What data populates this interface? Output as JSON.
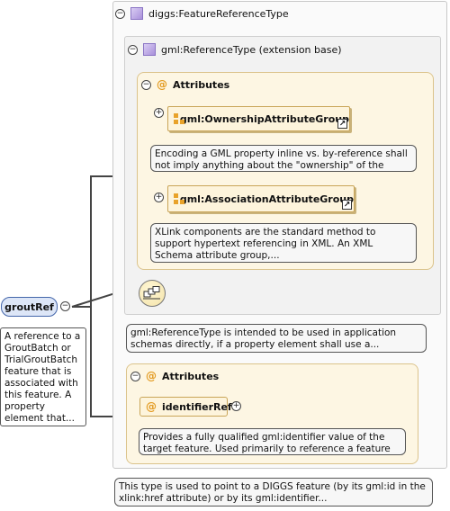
{
  "outer_type": {
    "label": "diggs:FeatureReferenceType"
  },
  "base_type": {
    "label": "gml:ReferenceType (extension base)"
  },
  "attributes_inner": {
    "label": "Attributes"
  },
  "ownership_group": {
    "label": "gml:OwnershipAttributeGroup",
    "doc": "Encoding a GML property inline vs. by-reference shall not imply anything about the \"ownership\" of the contained or..."
  },
  "association_group": {
    "label": "gml:AssociationAttributeGroup",
    "doc": "XLink components are the standard method to support hypertext referencing in XML. An XML Schema attribute group,..."
  },
  "base_type_doc": "gml:ReferenceType is intended to be used in application schemas directly, if a property element shall use a...",
  "attributes_outer": {
    "label": "Attributes"
  },
  "identifier_ref": {
    "label": "identifierRef",
    "doc": "Provides a fully qualified gml:identifier value of the target feature. Used primarily to reference a feature by a..."
  },
  "type_doc": "This type is used to point to a DIGGS feature (by its gml:id in the xlink:href attribute) or by its gml:identifier...",
  "element": {
    "label": "groutRef",
    "doc": "A reference to a GroutBatch or TrialGroutBatch feature that is associated with this feature. A property element that..."
  },
  "icons": {
    "collapse": "−",
    "expand": "+",
    "attribute": "@",
    "link": "↗"
  },
  "colors": {
    "element_fill": "#dde6f7",
    "element_border": "#4466aa",
    "group_fill": "#fdf4dc",
    "attr_panel_fill": "#fdf6e3"
  }
}
